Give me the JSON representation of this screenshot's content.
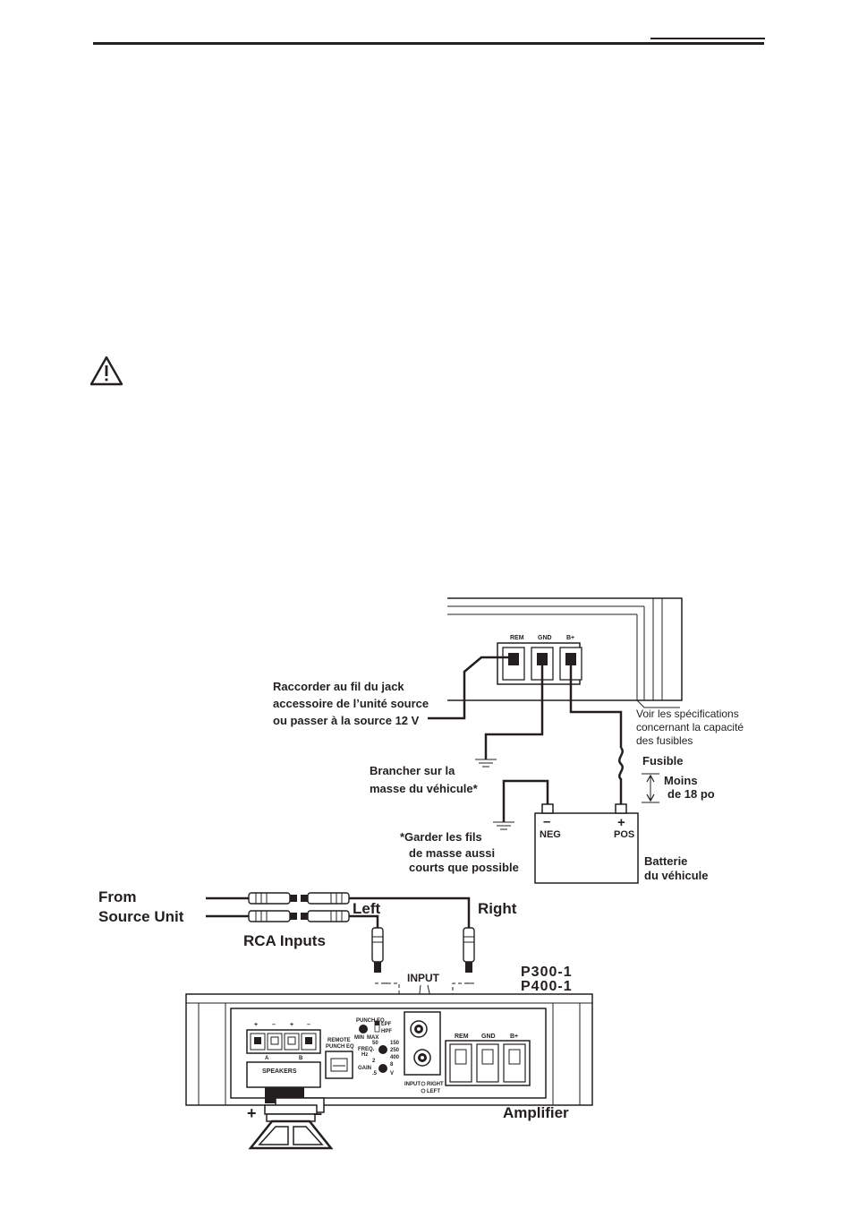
{
  "labels": {
    "remote_instruction": [
      "Raccorder au fil du jack",
      "accessoire de l’unité source",
      "ou passer à la source 12 V"
    ],
    "fuse_spec": [
      "Voir les spécifications",
      "concernant la capacité",
      "des fusibles"
    ],
    "fuse": "Fusible",
    "distance": [
      "Moins",
      "de 18 po"
    ],
    "chassis_ground": [
      "Brancher sur la",
      "masse du véhicule*"
    ],
    "ground_note": [
      "*Garder les fils",
      "de masse aussi",
      "courts que possible"
    ],
    "battery": [
      "Batterie",
      "du véhicule"
    ],
    "neg_sign": "–",
    "pos_sign": "+",
    "neg": "NEG",
    "pos": "POS",
    "from_source": [
      "From",
      "Source Unit"
    ],
    "rca_inputs": "RCA Inputs",
    "left": "Left",
    "right": "Right",
    "input": "INPUT",
    "models": [
      "P300-1",
      "P400-1"
    ],
    "amplifier": "Amplifier",
    "speaker_plus": "+",
    "speaker_minus": "–",
    "input_minus_left": "–",
    "input_minus_right": "–"
  },
  "top_terminals": [
    "REM",
    "GND",
    "B+"
  ],
  "amp_panel": {
    "speakers": "SPEAKERS",
    "speaker_polarity": [
      "+",
      "–",
      "+",
      "–"
    ],
    "channels": [
      "A",
      "B"
    ],
    "remote": [
      "REMOTE",
      "PUNCH EQ"
    ],
    "punch_eq": "PUNCH EQ",
    "min": "MIN",
    "max": "MAX",
    "lpf": "LPF",
    "hpf": "HPF",
    "freq": [
      "FREQ.",
      "Hz"
    ],
    "freq_values": [
      "50",
      "150",
      "250",
      "400"
    ],
    "gain": "GAIN",
    "gain_values": [
      "2",
      "8",
      ".5",
      "V"
    ],
    "input_legend": [
      "RIGHT",
      "LEFT"
    ],
    "input_word": "INPUT",
    "terminals": [
      "REM",
      "GND",
      "B+"
    ]
  }
}
